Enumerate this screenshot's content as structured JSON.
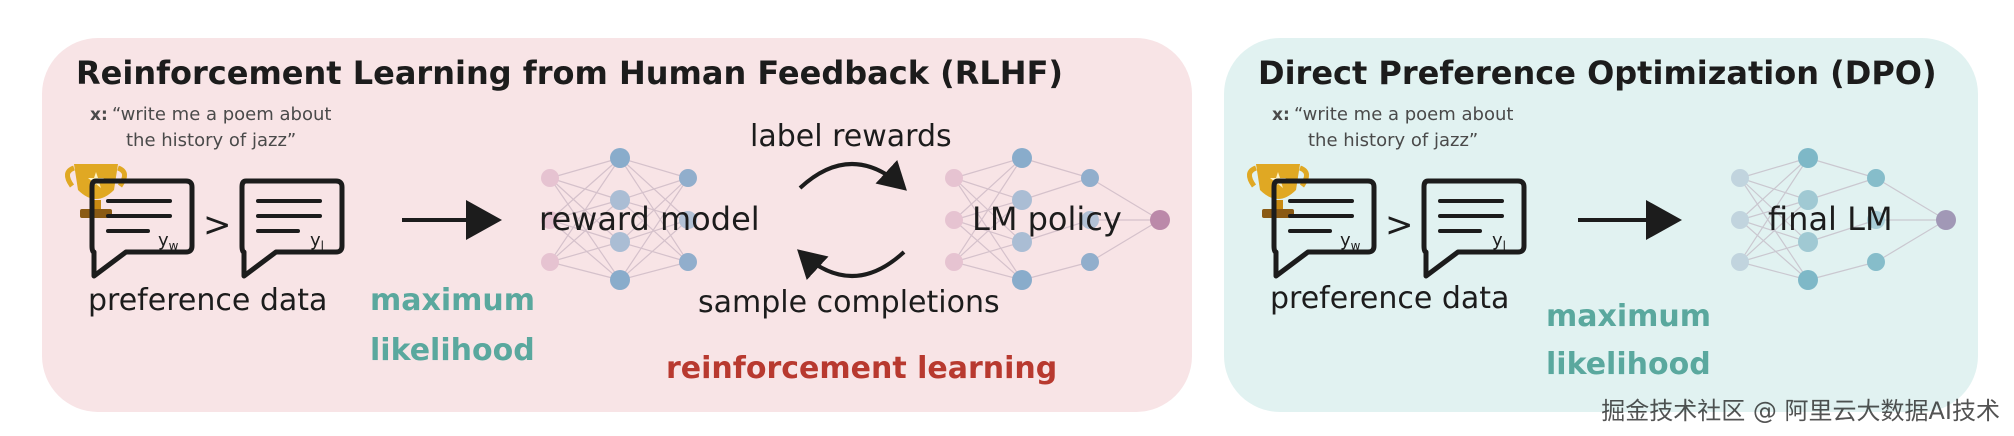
{
  "colors": {
    "rlhf_panel": "#f8e4e6",
    "dpo_panel": "#e1f2f1",
    "ink": "#1c1c1c",
    "muted": "#4a4a4a",
    "teal": "#5aa89e",
    "red": "#b8392f",
    "node_blue": "#6f9ec0",
    "node_pink": "#c78aa7"
  },
  "rlhf": {
    "title": "Reinforcement Learning from Human Feedback (RLHF)",
    "x_tag": "x:",
    "prompt_line1": "“write me a poem about",
    "prompt_line2": "the history of jazz”",
    "yw": "y",
    "yw_sub": "w",
    "yl": "y",
    "yl_sub": "l",
    "gt": ">",
    "preference_label": "preference data",
    "max_line1": "maximum",
    "max_line2": "likelihood",
    "reward_model": "reward model",
    "label_rewards": "label rewards",
    "lm_policy": "LM policy",
    "sample_completions": "sample completions",
    "rl_label": "reinforcement learning"
  },
  "dpo": {
    "title": "Direct Preference Optimization (DPO)",
    "x_tag": "x:",
    "prompt_line1": "“write me a poem about",
    "prompt_line2": "the history of jazz”",
    "yw": "y",
    "yw_sub": "w",
    "yl": "y",
    "yl_sub": "l",
    "gt": ">",
    "preference_label": "preference data",
    "max_line1": "maximum",
    "max_line2": "likelihood",
    "final_lm": "final LM"
  },
  "icons": [
    "trophy-icon",
    "speech-bubble-icon",
    "arrow-right-icon",
    "cycle-arrow-icon",
    "neural-network-icon"
  ],
  "watermark": "掘金技术社区 @ 阿里云大数据AI技术"
}
